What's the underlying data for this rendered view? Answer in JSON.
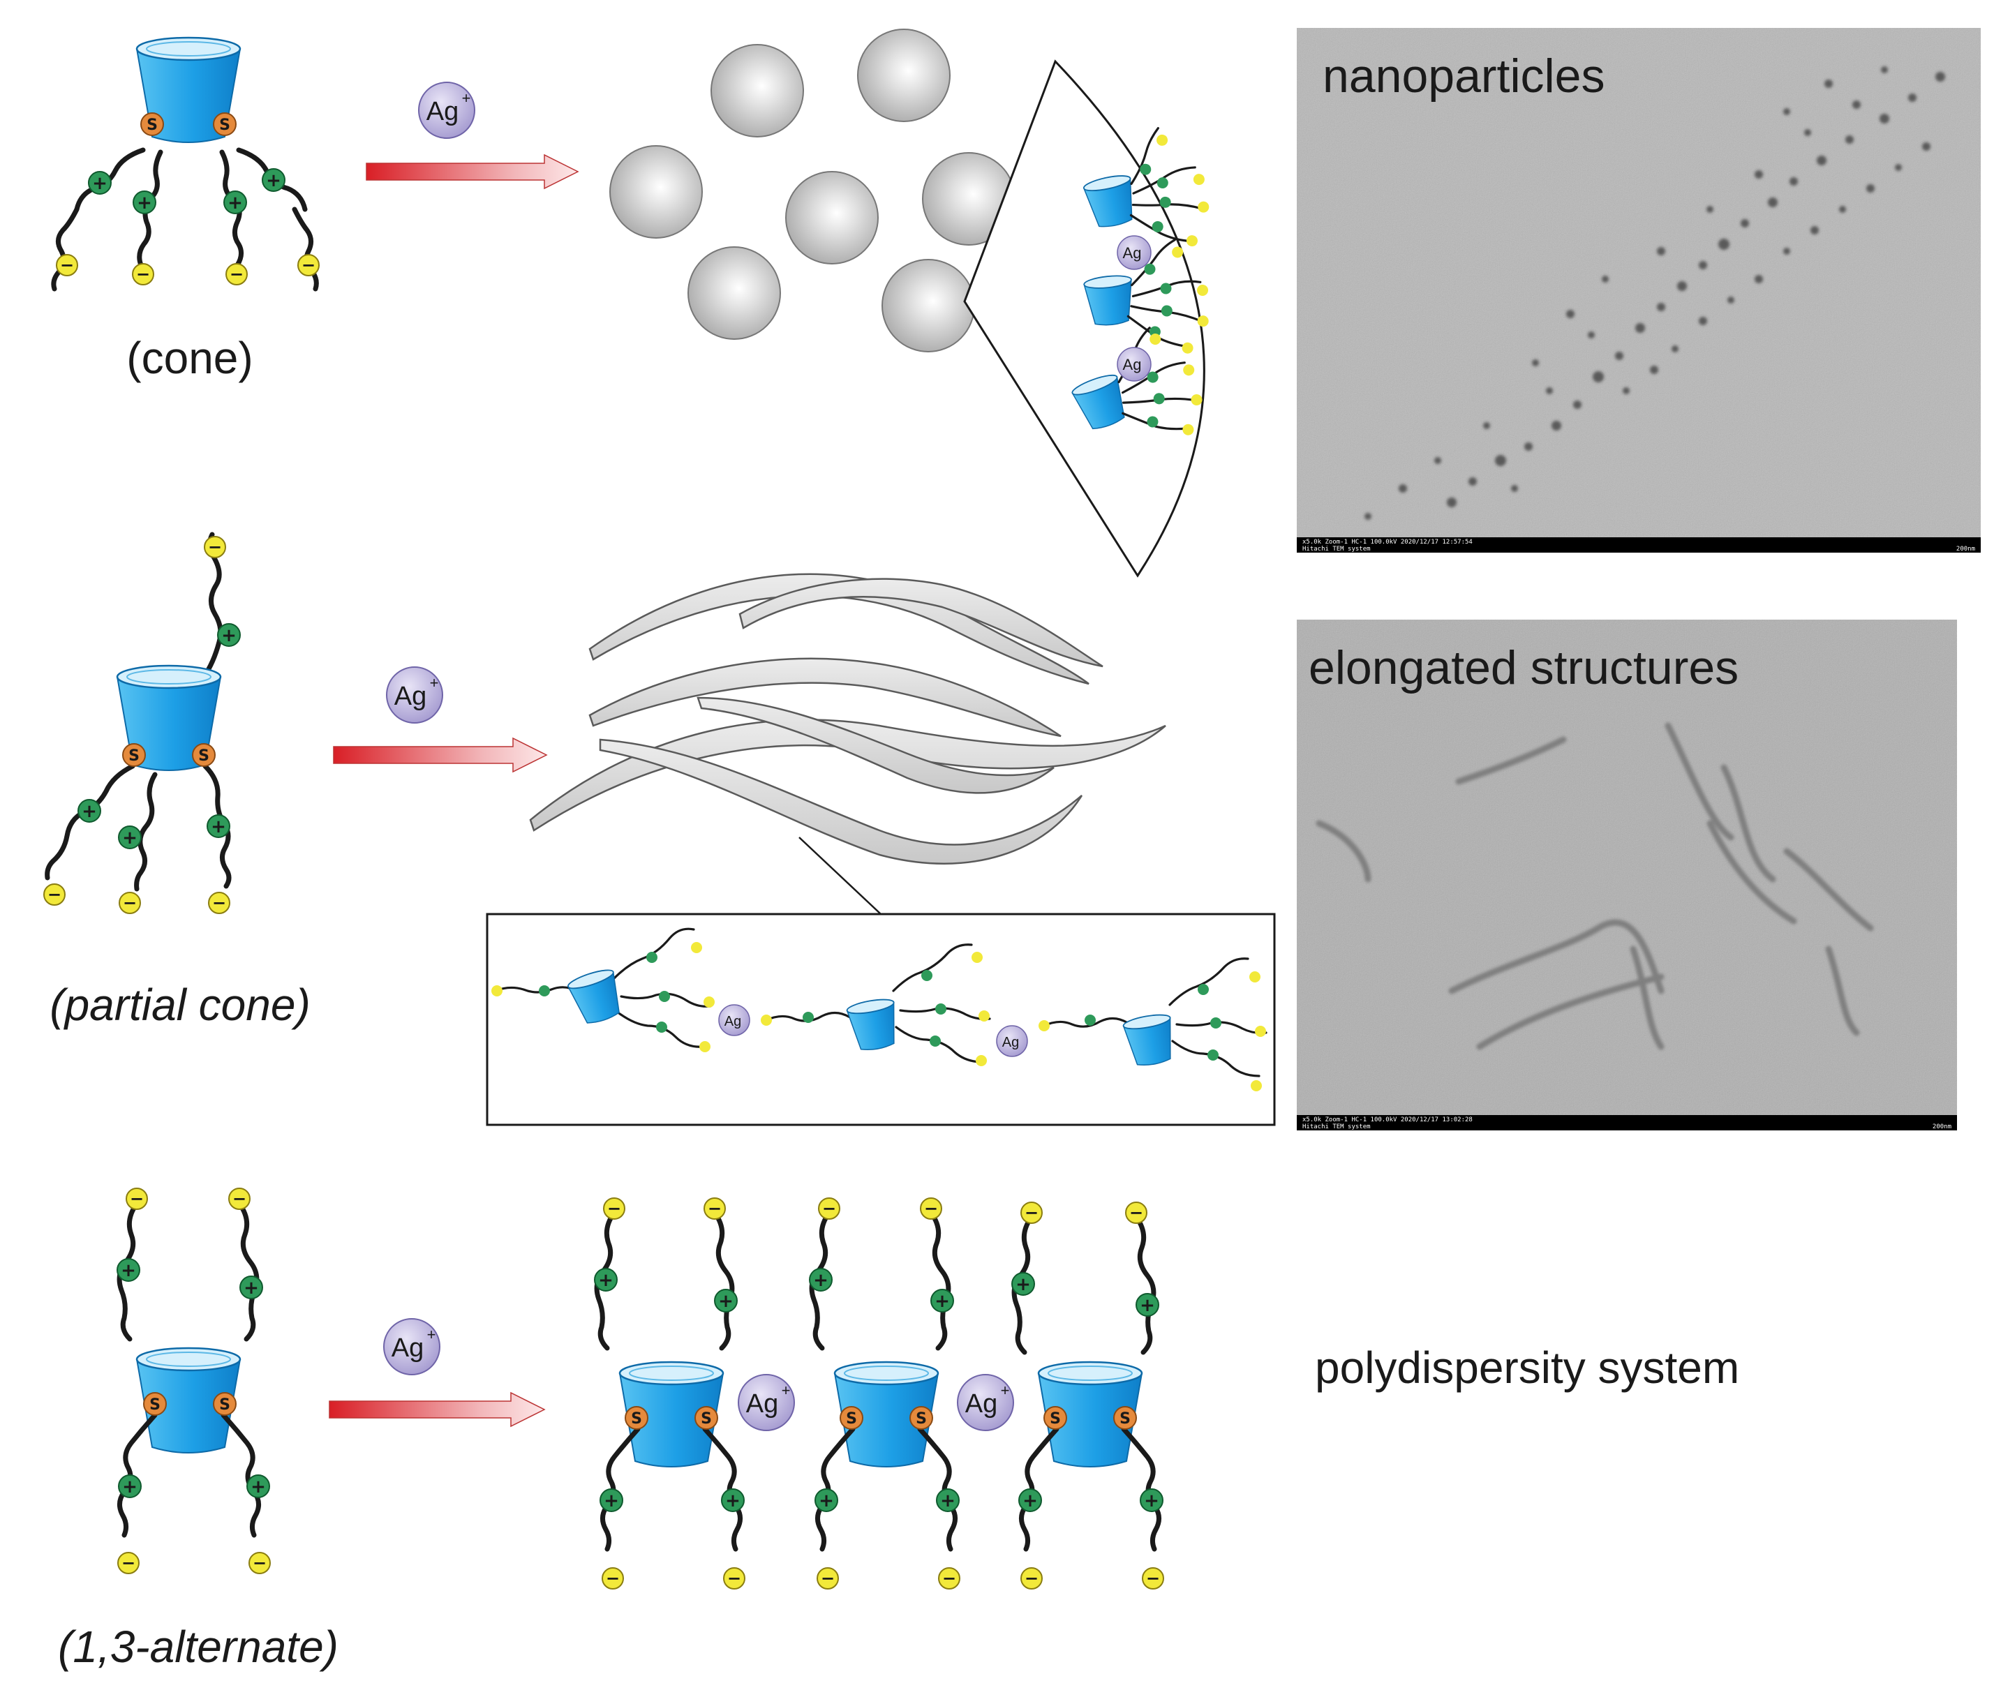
{
  "conformers": {
    "cone": {
      "label": "(cone)",
      "name": "cone"
    },
    "partial_cone": {
      "label": "(partial cone)",
      "name": "partial cone"
    },
    "alternate": {
      "label": "(1,3-alternate)",
      "name": "1,3-alternate"
    }
  },
  "reagent": {
    "label": "Ag",
    "charge": "+"
  },
  "atoms": {
    "sulfur": "S",
    "cation": "+",
    "anion": "−"
  },
  "results": {
    "cone": "nanoparticles",
    "partial_cone": "elongated structures",
    "alternate": "polydispersity system"
  },
  "micrographs": {
    "top": {
      "info": "x5.0k Zoom-1 HC-1 100.0kV 2020/12/17 12:57:54",
      "system": "Hitachi TEM system",
      "scale": "200nm"
    },
    "middle": {
      "info": "x5.0k Zoom-1 HC-1 100.0kV 2020/12/17 13:02:28",
      "system": "Hitachi TEM system",
      "scale": "200nm"
    }
  },
  "colors": {
    "cup": "#2ba6e8",
    "cation": "#2e9a5a",
    "anion": "#f2e93a",
    "sulfur": "#e58a3c",
    "silver_ion": "#b9b0dc",
    "arrow_start": "#d91f26"
  }
}
